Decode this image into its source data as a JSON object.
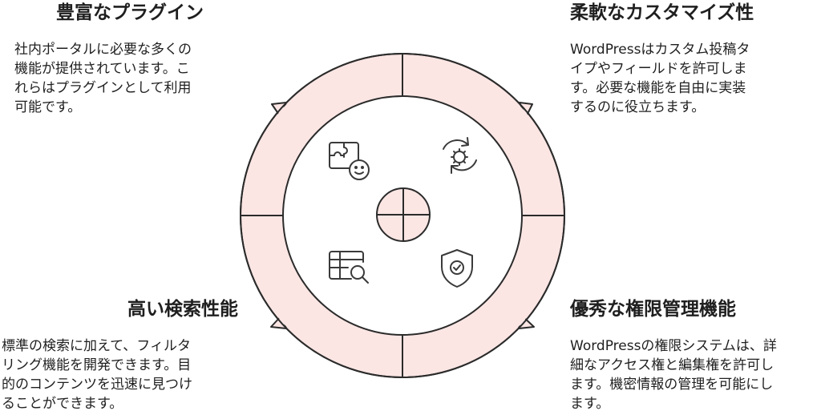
{
  "features": {
    "top_left": {
      "title": "豊富なプラグイン",
      "description": "社内ポータルに必要な多くの\n機能が提供されています。こ\nれらはプラグインとして利用\n可能です。",
      "icon": "puzzle-face-icon"
    },
    "top_right": {
      "title": "柔軟なカスタマイズ性",
      "description": "WordPressはカスタム投稿タ\nイプやフィールドを許可しま\nす。必要な機能を自由に実装\nするのに役立ちます。",
      "icon": "gear-cycle-icon"
    },
    "bottom_left": {
      "title": "高い検索性能",
      "description": "標準の検索に加えて、フィルタ\nリング機能を開発できます。目\n的のコンテンツを迅速に見つけ\nることができます。",
      "icon": "table-search-icon"
    },
    "bottom_right": {
      "title": "優秀な権限管理機能",
      "description": "WordPressの権限システムは、詳\n細なアクセス権と編集権を許可し\nます。機密情報の管理を可能にし\nます。",
      "icon": "shield-check-icon"
    }
  },
  "colors": {
    "fill": "#fbe6e4",
    "stroke": "#2b2b2b",
    "icon": "#3a3a3a"
  }
}
